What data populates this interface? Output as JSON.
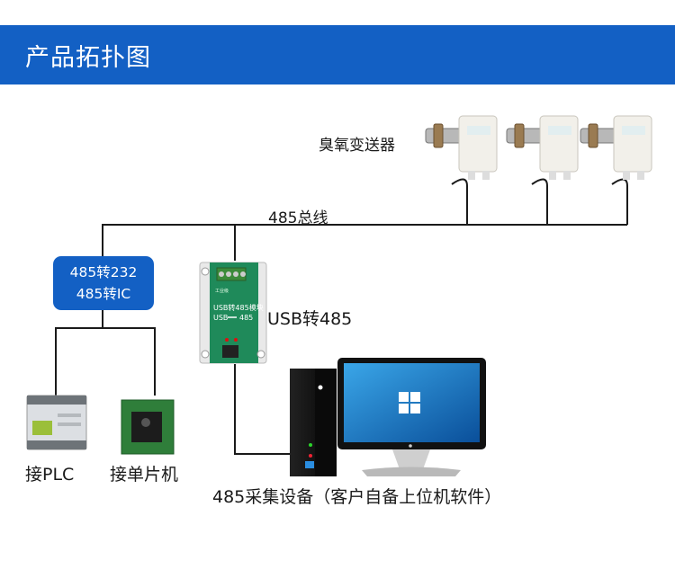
{
  "header": {
    "title": "产品拓扑图"
  },
  "labels": {
    "sensor_group": "臭氧变送器",
    "bus": "485总线",
    "converter_line1": "485转232",
    "converter_line2": "485转IC",
    "usb_module": "USB转485",
    "plc": "接PLC",
    "mcu": "接单片机",
    "collector": "485采集设备（客户自备上位机软件）"
  },
  "module_face": {
    "brand": "工业级",
    "title": "USB转485模块",
    "usb": "USB",
    "rs485": "485"
  },
  "colors": {
    "accent": "#1360c4",
    "module_green": "#1f8a5a",
    "line": "#1a1a1a"
  }
}
